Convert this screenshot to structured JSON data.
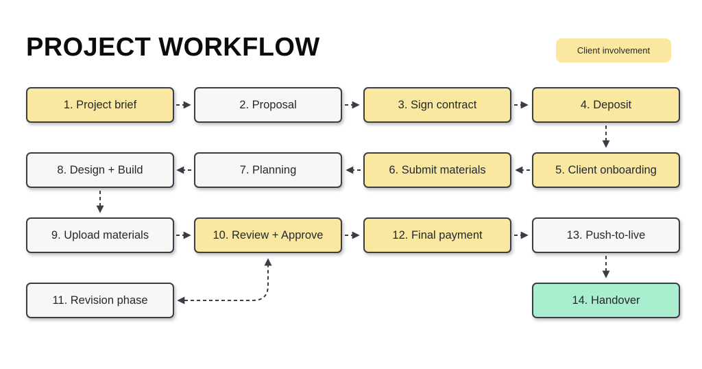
{
  "page": {
    "title": "PROJECT WORKFLOW",
    "legend_badge": "Client involvement"
  },
  "colors": {
    "client_yellow": "#FAE8A1",
    "neutral": "#F7F7F5",
    "handover_mint": "#A9EECF",
    "border": "#3A3D46",
    "text": "#24272E",
    "arrow": "#3A3D46",
    "background": "#FFFFFF"
  },
  "nodes": [
    {
      "label": "1. Project brief",
      "color": "client_yellow"
    },
    {
      "label": "2. Proposal",
      "color": "neutral"
    },
    {
      "label": "3. Sign contract",
      "color": "client_yellow"
    },
    {
      "label": "4. Deposit",
      "color": "client_yellow"
    },
    {
      "label": "5. Client onboarding",
      "color": "client_yellow"
    },
    {
      "label": "6. Submit materials",
      "color": "client_yellow"
    },
    {
      "label": "7. Planning",
      "color": "neutral"
    },
    {
      "label": "8. Design + Build",
      "color": "neutral"
    },
    {
      "label": "9. Upload materials",
      "color": "neutral"
    },
    {
      "label": "10. Review + Approve",
      "color": "client_yellow"
    },
    {
      "label": "11. Revision phase",
      "color": "neutral"
    },
    {
      "label": "12. Final payment",
      "color": "client_yellow"
    },
    {
      "label": "13. Push-to-live",
      "color": "neutral"
    },
    {
      "label": "14. Handover",
      "color": "handover_mint"
    }
  ],
  "edges": [
    {
      "from": "1. Project brief",
      "to": "2. Proposal"
    },
    {
      "from": "2. Proposal",
      "to": "3. Sign contract"
    },
    {
      "from": "3. Sign contract",
      "to": "4. Deposit"
    },
    {
      "from": "4. Deposit",
      "to": "5. Client onboarding"
    },
    {
      "from": "5. Client onboarding",
      "to": "6. Submit materials"
    },
    {
      "from": "6. Submit materials",
      "to": "7. Planning"
    },
    {
      "from": "7. Planning",
      "to": "8. Design + Build"
    },
    {
      "from": "8. Design + Build",
      "to": "9. Upload materials"
    },
    {
      "from": "9. Upload materials",
      "to": "10. Review + Approve"
    },
    {
      "from": "10. Review + Approve",
      "to": "12. Final payment"
    },
    {
      "from": "12. Final payment",
      "to": "13. Push-to-live"
    },
    {
      "from": "13. Push-to-live",
      "to": "14. Handover"
    },
    {
      "from": "10. Review + Approve",
      "to": "11. Revision phase",
      "bidirectional": true
    }
  ]
}
